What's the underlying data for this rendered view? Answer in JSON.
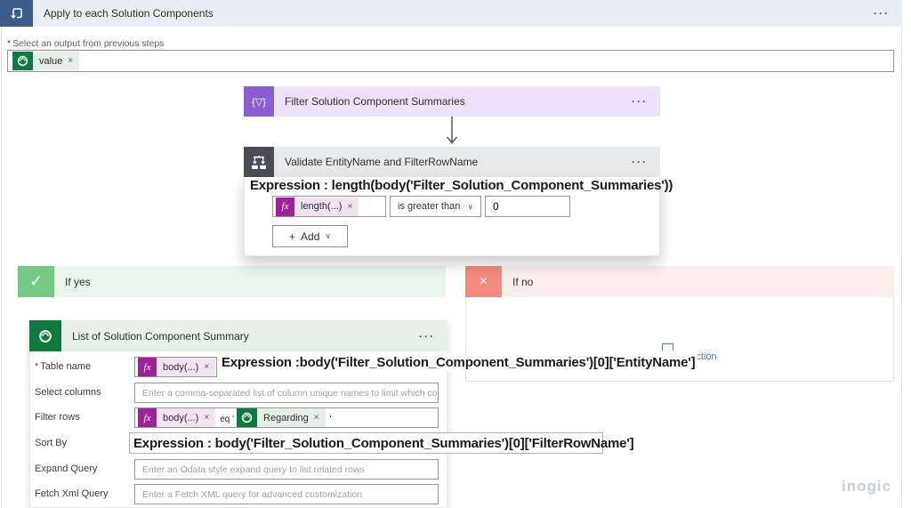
{
  "colors": {
    "scope": "#3d5c8c",
    "scope-band": "#e9eef6",
    "filter": "#8a5dd3",
    "filter-band": "#ece3fa",
    "condition": "#494d55",
    "condition-band": "#e8e9eb",
    "yes": "#74ca85",
    "yes-band": "#e9f6eb",
    "no": "#f28b7d",
    "no-band": "#fdeeec",
    "dataverse": "#0e7a3e",
    "dataverse-band": "#e7f1ea",
    "fx": "#a0209a",
    "fx-pill": "#f2e2f3",
    "green-pill": "#e4efe8",
    "link": "#3b7dd8",
    "required": "#a4262c",
    "watermark": "#bdd0e9"
  },
  "scope": {
    "title": "Apply to each Solution Components",
    "menu_icon": "···",
    "required_mark": "*",
    "field_label": "Select an output from previous steps",
    "token": {
      "label": "value",
      "close": "×"
    }
  },
  "filter_action": {
    "title": "Filter Solution Component Summaries",
    "menu_icon": "···",
    "icon_glyph": "{▽}"
  },
  "condition": {
    "title": "Validate EntityName and FilterRowName",
    "menu_icon": "···",
    "annotation": "Expression : length(body('Filter_Solution_Component_Summaries'))",
    "operand_token": {
      "fx": "fx",
      "label": "length(...)",
      "close": "×"
    },
    "operator": "is greater than",
    "chevron": "∨",
    "value": "0",
    "plus": "+",
    "add_label": "Add"
  },
  "branches": {
    "yes": {
      "title": "If yes",
      "check": "✓"
    },
    "no": {
      "title": "If no",
      "cross": "×",
      "action_link": "an action"
    }
  },
  "list_action": {
    "title": "List of Solution Component Summary",
    "menu_icon": "···",
    "fields": {
      "table_name": {
        "label": "Table name",
        "required_mark": "*",
        "token": {
          "fx": "fx",
          "label": "body(...)",
          "close": "×"
        }
      },
      "select_columns": {
        "label": "Select columns",
        "placeholder": "Enter a comma-separated list of column unique names to limit which columns a"
      },
      "filter_rows": {
        "label": "Filter rows",
        "token": {
          "fx": "fx",
          "label": "body(...)",
          "close": "×"
        },
        "operator_text": "eq '",
        "value_token": {
          "label": "Regarding",
          "close": "×"
        },
        "suffix_text": "'"
      },
      "sort_by": {
        "label": "Sort By"
      },
      "expand_query": {
        "label": "Expand Query",
        "placeholder": "Enter an Odata style expand query to list related rows"
      },
      "fetch_xml_query": {
        "label": "Fetch Xml Query",
        "placeholder": "Enter a Fetch XML query for advanced customization"
      }
    }
  },
  "annotations": {
    "entity_name": "Expression :body('Filter_Solution_Component_Summaries')[0]['EntityName']",
    "filter_row_name": "Expression : body('Filter_Solution_Component_Summaries')[0]['FilterRowName']"
  },
  "watermark": "inogic"
}
